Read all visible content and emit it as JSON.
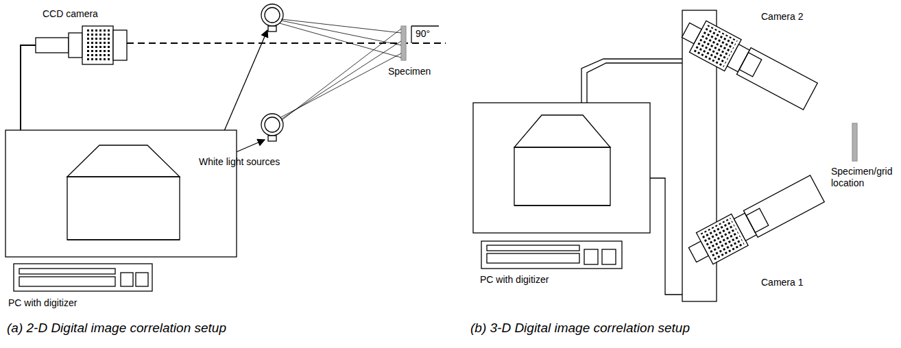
{
  "diagram": {
    "labels": [
      "CCD camera",
      "90°",
      "White light sources",
      "Specimen",
      "PC with digitizer",
      "(a) 2-D Digital image correlation setup",
      "Camera 2",
      "Specimen/grid location",
      "PC with digitizer",
      "Camera 1",
      "(b) 3-D Digital image correlation setup"
    ]
  }
}
